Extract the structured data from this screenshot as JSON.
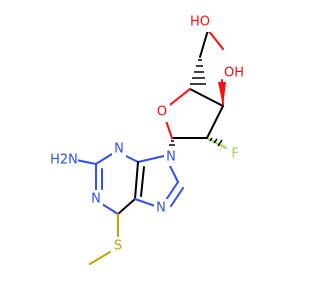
{
  "molecule": {
    "atoms": {
      "hydroxyl_top": {
        "label": "HO",
        "color": "#ff0d0d"
      },
      "hydroxyl_right": {
        "label": "OH",
        "color": "#ff0d0d"
      },
      "ring_oxygen": {
        "label": "O",
        "color": "#ff0d0d"
      },
      "fluorine": {
        "label": "F",
        "color": "#90e050"
      },
      "amine": {
        "label": "H2N",
        "color": "#3050f8"
      },
      "n_imidazole_9": {
        "label": "N",
        "color": "#3050f8"
      },
      "n_pyrimidine_3": {
        "label": "N",
        "color": "#3050f8"
      },
      "n_pyrimidine_1": {
        "label": "N",
        "color": "#3050f8"
      },
      "n_imidazole_7": {
        "label": "N",
        "color": "#3050f8"
      },
      "sulfur": {
        "label": "S",
        "color": "#c6a200"
      }
    },
    "bond_color": "#000000"
  }
}
